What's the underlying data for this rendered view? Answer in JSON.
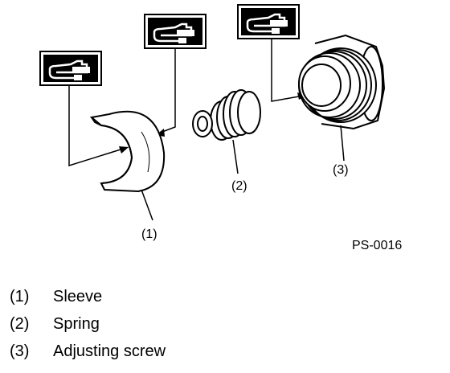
{
  "diagram": {
    "code": "PS-0016",
    "parts": [
      {
        "number": "(1)",
        "name": "Sleeve"
      },
      {
        "number": "(2)",
        "name": "Spring"
      },
      {
        "number": "(3)",
        "name": "Adjusting screw"
      }
    ],
    "grease_symbol_count": 3
  }
}
